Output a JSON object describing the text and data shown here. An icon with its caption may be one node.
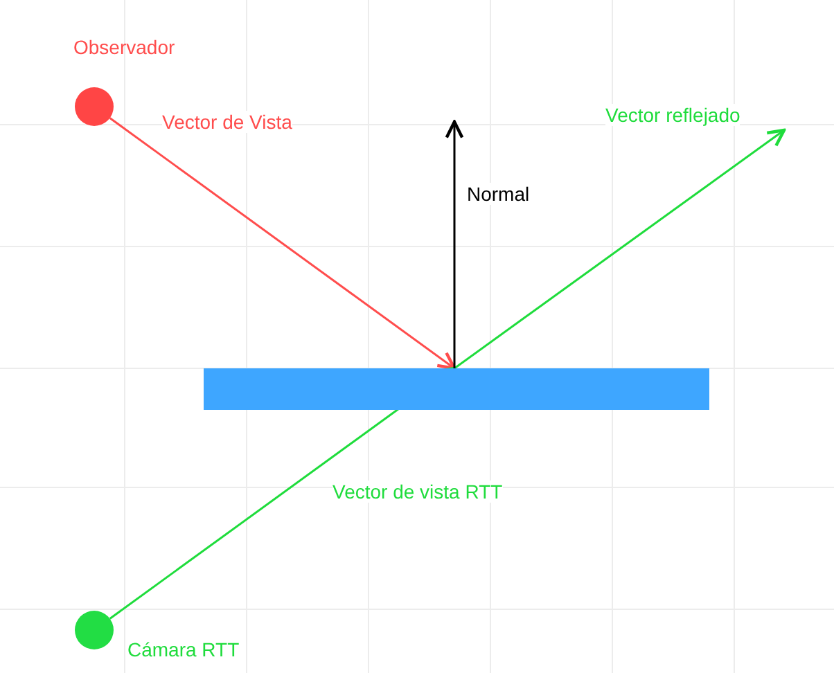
{
  "diagram": {
    "nodes": [
      {
        "text": [],
        "shape": "circle",
        "beside": [
          "Observador"
        ]
      },
      {
        "text": [],
        "shape": "circle",
        "beside": [
          "Cámara RTT"
        ]
      },
      {
        "text": [],
        "shape": "bar"
      }
    ],
    "edges": [
      {
        "from": 0,
        "to": 2,
        "arrow": "to",
        "label": "Vector de Vista",
        "color": "#ff4d4d"
      },
      {
        "from": 1,
        "to": 2,
        "arrow": "to",
        "label": "Vector de vista RTT",
        "color": "#1fdc3c"
      },
      {
        "from": 2,
        "to": null,
        "arrow": "to",
        "label": "Vector reflejado",
        "color": "#1fdc3c"
      },
      {
        "from": 2,
        "to": null,
        "arrow": "to",
        "label": "Normal",
        "color": "#000000"
      }
    ]
  }
}
